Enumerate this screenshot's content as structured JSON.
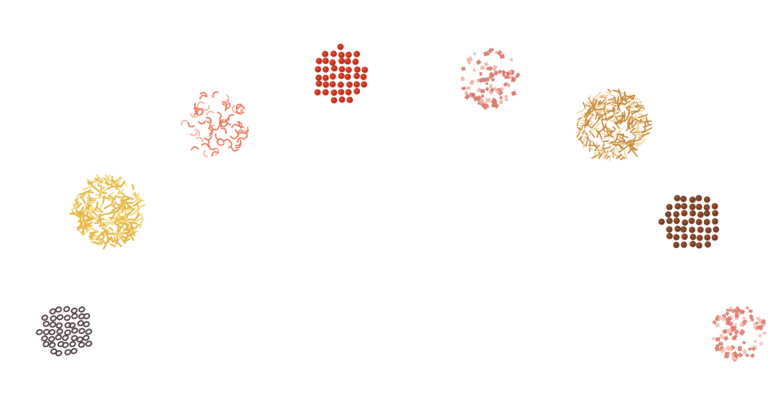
{
  "toppings": [
    {
      "id": "olives",
      "icon": "black-olives-icon",
      "kind": "rings",
      "color": "#5a4a4e",
      "accent": "#8a7a7e"
    },
    {
      "id": "cheese",
      "icon": "cheese-icon",
      "kind": "shreds",
      "color": "#e8b84a",
      "accent": "#f6dc8a"
    },
    {
      "id": "shrimp",
      "icon": "shrimp-icon",
      "kind": "curls",
      "color": "#f07a60",
      "accent": "#ffb39e"
    },
    {
      "id": "pepperoni",
      "icon": "pepperoni-icon",
      "kind": "discs",
      "color": "#c8321e",
      "accent": "#e0654a"
    },
    {
      "id": "ham",
      "icon": "ham-icon",
      "kind": "squares",
      "color": "#d9776a",
      "accent": "#f1b4a6"
    },
    {
      "id": "onions",
      "icon": "fried-onions-icon",
      "kind": "strands",
      "color": "#c98a3c",
      "accent": "#f0d6a6"
    },
    {
      "id": "sausage",
      "icon": "sausage-icon",
      "kind": "discs",
      "color": "#7a4126",
      "accent": "#a86440"
    },
    {
      "id": "bacon",
      "icon": "bacon-icon",
      "kind": "squares",
      "color": "#e07a6a",
      "accent": "#f4c1b4"
    }
  ]
}
